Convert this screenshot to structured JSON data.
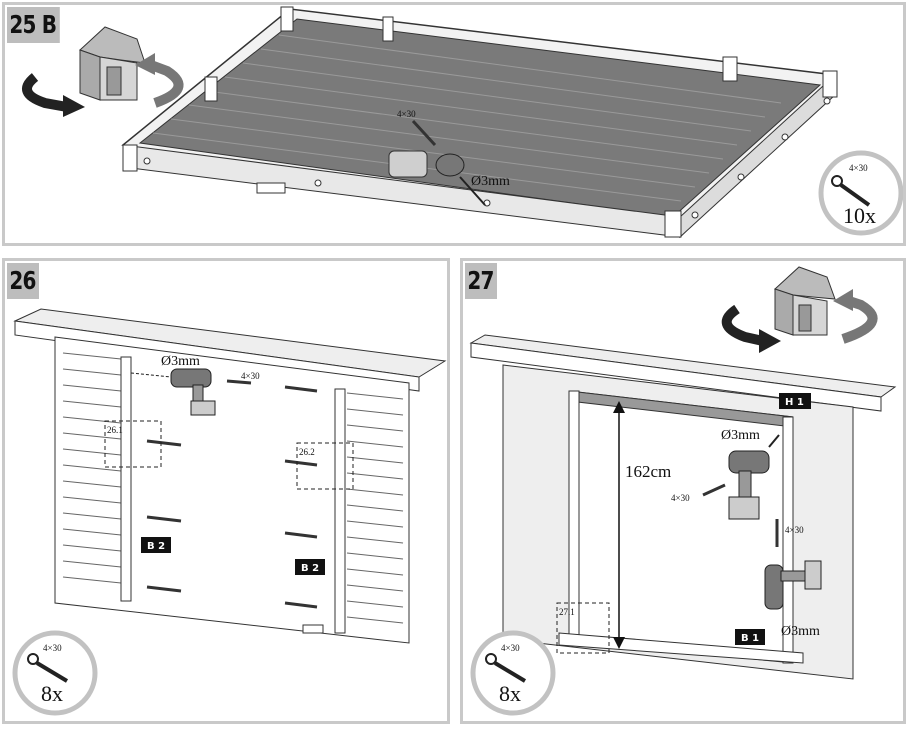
{
  "steps": {
    "p25": {
      "number": "25 B",
      "screw_spec": "4×30",
      "drill_bit": "Ø3mm",
      "badge_screw": "4×30",
      "badge_count": "10x"
    },
    "p26": {
      "number": "26",
      "drill_bit": "Ø3mm",
      "screw_spec": "4×30",
      "detail_left": "26.1",
      "detail_right": "26.2",
      "part_left": "B 2",
      "part_right": "B 2",
      "badge_screw": "4×30",
      "badge_count": "8x"
    },
    "p27": {
      "number": "27",
      "part_top": "H 1",
      "drill_bit_top": "Ø3mm",
      "height": "162cm",
      "screw_left": "4×30",
      "screw_right": "4×30",
      "drill_bit_bottom": "Ø3mm",
      "part_bottom": "B 1",
      "detail": "27.1",
      "badge_screw": "4×30",
      "badge_count": "8x"
    }
  }
}
